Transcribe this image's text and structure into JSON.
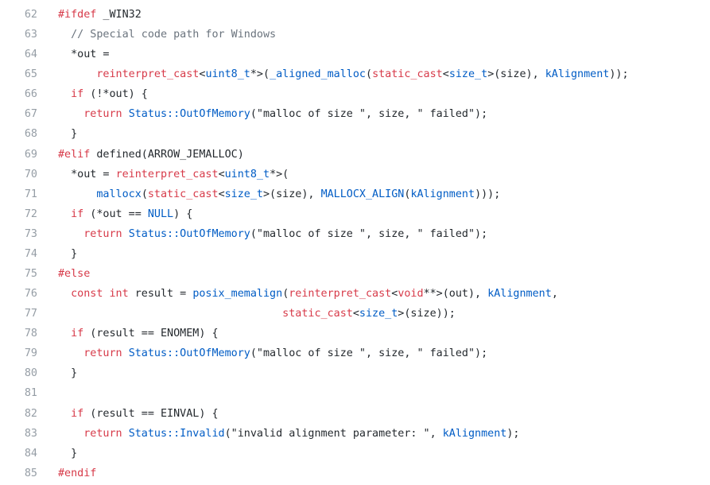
{
  "colors": {
    "keyword": "#d73a49",
    "function": "#005cc5",
    "comment": "#6a737d",
    "line_number": "#959da5",
    "text": "#24292e",
    "background": "#ffffff"
  },
  "lines": [
    {
      "number": "62",
      "tokens": [
        {
          "t": "#ifdef",
          "c": "pre"
        },
        {
          "t": " _WIN32",
          "c": "p"
        }
      ]
    },
    {
      "number": "63",
      "tokens": [
        {
          "t": "  // Special code path for Windows",
          "c": "cm"
        }
      ]
    },
    {
      "number": "64",
      "tokens": [
        {
          "t": "  *out =",
          "c": "p"
        }
      ]
    },
    {
      "number": "65",
      "tokens": [
        {
          "t": "      ",
          "c": "p"
        },
        {
          "t": "reinterpret_cast",
          "c": "kw"
        },
        {
          "t": "<",
          "c": "p"
        },
        {
          "t": "uint8_t",
          "c": "fn"
        },
        {
          "t": "*>(",
          "c": "p"
        },
        {
          "t": "_aligned_malloc",
          "c": "fn"
        },
        {
          "t": "(",
          "c": "p"
        },
        {
          "t": "static_cast",
          "c": "kw"
        },
        {
          "t": "<",
          "c": "p"
        },
        {
          "t": "size_t",
          "c": "fn"
        },
        {
          "t": ">(size), ",
          "c": "p"
        },
        {
          "t": "kAlignment",
          "c": "fn"
        },
        {
          "t": "));",
          "c": "p"
        }
      ]
    },
    {
      "number": "66",
      "tokens": [
        {
          "t": "  ",
          "c": "p"
        },
        {
          "t": "if",
          "c": "kw"
        },
        {
          "t": " (!*out) {",
          "c": "p"
        }
      ]
    },
    {
      "number": "67",
      "tokens": [
        {
          "t": "    ",
          "c": "p"
        },
        {
          "t": "return",
          "c": "kw"
        },
        {
          "t": " ",
          "c": "p"
        },
        {
          "t": "Status::OutOfMemory",
          "c": "ns"
        },
        {
          "t": "(\"malloc of size \", size, \" failed\");",
          "c": "p"
        }
      ]
    },
    {
      "number": "68",
      "tokens": [
        {
          "t": "  }",
          "c": "p"
        }
      ]
    },
    {
      "number": "69",
      "tokens": [
        {
          "t": "#elif",
          "c": "pre"
        },
        {
          "t": " defined(ARROW_JEMALLOC)",
          "c": "p"
        }
      ]
    },
    {
      "number": "70",
      "tokens": [
        {
          "t": "  *out = ",
          "c": "p"
        },
        {
          "t": "reinterpret_cast",
          "c": "kw"
        },
        {
          "t": "<",
          "c": "p"
        },
        {
          "t": "uint8_t",
          "c": "fn"
        },
        {
          "t": "*>(",
          "c": "p"
        }
      ]
    },
    {
      "number": "71",
      "tokens": [
        {
          "t": "      ",
          "c": "p"
        },
        {
          "t": "mallocx",
          "c": "fn"
        },
        {
          "t": "(",
          "c": "p"
        },
        {
          "t": "static_cast",
          "c": "kw"
        },
        {
          "t": "<",
          "c": "p"
        },
        {
          "t": "size_t",
          "c": "fn"
        },
        {
          "t": ">(size), ",
          "c": "p"
        },
        {
          "t": "MALLOCX_ALIGN",
          "c": "fn"
        },
        {
          "t": "(",
          "c": "p"
        },
        {
          "t": "kAlignment",
          "c": "fn"
        },
        {
          "t": ")));",
          "c": "p"
        }
      ]
    },
    {
      "number": "72",
      "tokens": [
        {
          "t": "  ",
          "c": "p"
        },
        {
          "t": "if",
          "c": "kw"
        },
        {
          "t": " (*out == ",
          "c": "p"
        },
        {
          "t": "NULL",
          "c": "fn"
        },
        {
          "t": ") {",
          "c": "p"
        }
      ]
    },
    {
      "number": "73",
      "tokens": [
        {
          "t": "    ",
          "c": "p"
        },
        {
          "t": "return",
          "c": "kw"
        },
        {
          "t": " ",
          "c": "p"
        },
        {
          "t": "Status::OutOfMemory",
          "c": "ns"
        },
        {
          "t": "(\"malloc of size \", size, \" failed\");",
          "c": "p"
        }
      ]
    },
    {
      "number": "74",
      "tokens": [
        {
          "t": "  }",
          "c": "p"
        }
      ]
    },
    {
      "number": "75",
      "tokens": [
        {
          "t": "#else",
          "c": "pre"
        }
      ]
    },
    {
      "number": "76",
      "tokens": [
        {
          "t": "  ",
          "c": "p"
        },
        {
          "t": "const",
          "c": "kw"
        },
        {
          "t": " ",
          "c": "p"
        },
        {
          "t": "int",
          "c": "kw"
        },
        {
          "t": " result = ",
          "c": "p"
        },
        {
          "t": "posix_memalign",
          "c": "fn"
        },
        {
          "t": "(",
          "c": "p"
        },
        {
          "t": "reinterpret_cast",
          "c": "kw"
        },
        {
          "t": "<",
          "c": "p"
        },
        {
          "t": "void",
          "c": "kw"
        },
        {
          "t": "**>(out), ",
          "c": "p"
        },
        {
          "t": "kAlignment",
          "c": "fn"
        },
        {
          "t": ",",
          "c": "p"
        }
      ]
    },
    {
      "number": "77",
      "tokens": [
        {
          "t": "                                   ",
          "c": "p"
        },
        {
          "t": "static_cast",
          "c": "kw"
        },
        {
          "t": "<",
          "c": "p"
        },
        {
          "t": "size_t",
          "c": "fn"
        },
        {
          "t": ">(size));",
          "c": "p"
        }
      ]
    },
    {
      "number": "78",
      "tokens": [
        {
          "t": "  ",
          "c": "p"
        },
        {
          "t": "if",
          "c": "kw"
        },
        {
          "t": " (result == ENOMEM) {",
          "c": "p"
        }
      ]
    },
    {
      "number": "79",
      "tokens": [
        {
          "t": "    ",
          "c": "p"
        },
        {
          "t": "return",
          "c": "kw"
        },
        {
          "t": " ",
          "c": "p"
        },
        {
          "t": "Status::OutOfMemory",
          "c": "ns"
        },
        {
          "t": "(\"malloc of size \", size, \" failed\");",
          "c": "p"
        }
      ]
    },
    {
      "number": "80",
      "tokens": [
        {
          "t": "  }",
          "c": "p"
        }
      ]
    },
    {
      "number": "81",
      "tokens": []
    },
    {
      "number": "82",
      "tokens": [
        {
          "t": "  ",
          "c": "p"
        },
        {
          "t": "if",
          "c": "kw"
        },
        {
          "t": " (result == EINVAL) {",
          "c": "p"
        }
      ]
    },
    {
      "number": "83",
      "tokens": [
        {
          "t": "    ",
          "c": "p"
        },
        {
          "t": "return",
          "c": "kw"
        },
        {
          "t": " ",
          "c": "p"
        },
        {
          "t": "Status::Invalid",
          "c": "ns"
        },
        {
          "t": "(\"invalid alignment parameter: \", ",
          "c": "p"
        },
        {
          "t": "kAlignment",
          "c": "fn"
        },
        {
          "t": ");",
          "c": "p"
        }
      ]
    },
    {
      "number": "84",
      "tokens": [
        {
          "t": "  }",
          "c": "p"
        }
      ]
    },
    {
      "number": "85",
      "tokens": [
        {
          "t": "#endif",
          "c": "pre"
        }
      ]
    }
  ]
}
